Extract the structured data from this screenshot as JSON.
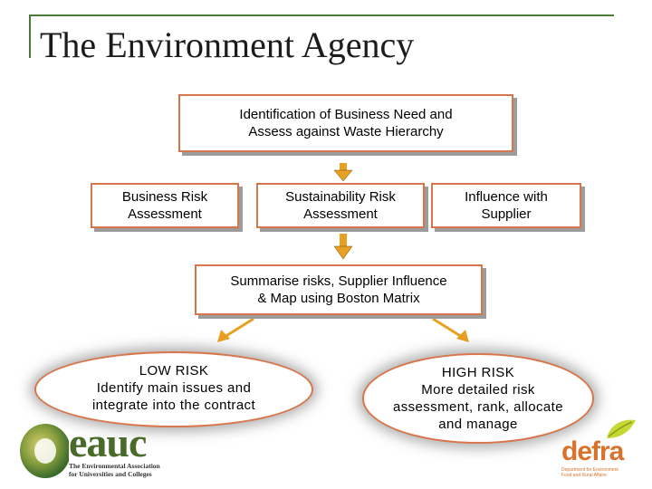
{
  "slide": {
    "title": "The Environment Agency"
  },
  "flow": {
    "top_box": "Identification of Business Need and\nAssess against Waste Hierarchy",
    "business_risk": "Business Risk\nAssessment",
    "sustainability_risk": "Sustainability Risk\nAssessment",
    "supplier_influence": "Influence with\nSupplier",
    "summary_box": "Summarise risks, Supplier Influence\n& Map using Boston Matrix",
    "low_risk": "LOW RISK\nIdentify main issues and\nintegrate into the contract",
    "high_risk": "HIGH RISK\nMore detailed risk\nassessment, rank, allocate\nand manage"
  },
  "logos": {
    "eauc": {
      "name": "eauc",
      "subtitle": "The Environmental Association\nfor Universities and Colleges"
    },
    "defra": {
      "name": "defra",
      "subtitle": "Department for Environment\nFood and Rural Affairs"
    }
  },
  "colors": {
    "box_border": "#d9754a",
    "arrow": "#e8a020",
    "frame": "#4a7a3a",
    "eauc_green": "#4a6a2a",
    "defra_orange": "#d9732c"
  }
}
